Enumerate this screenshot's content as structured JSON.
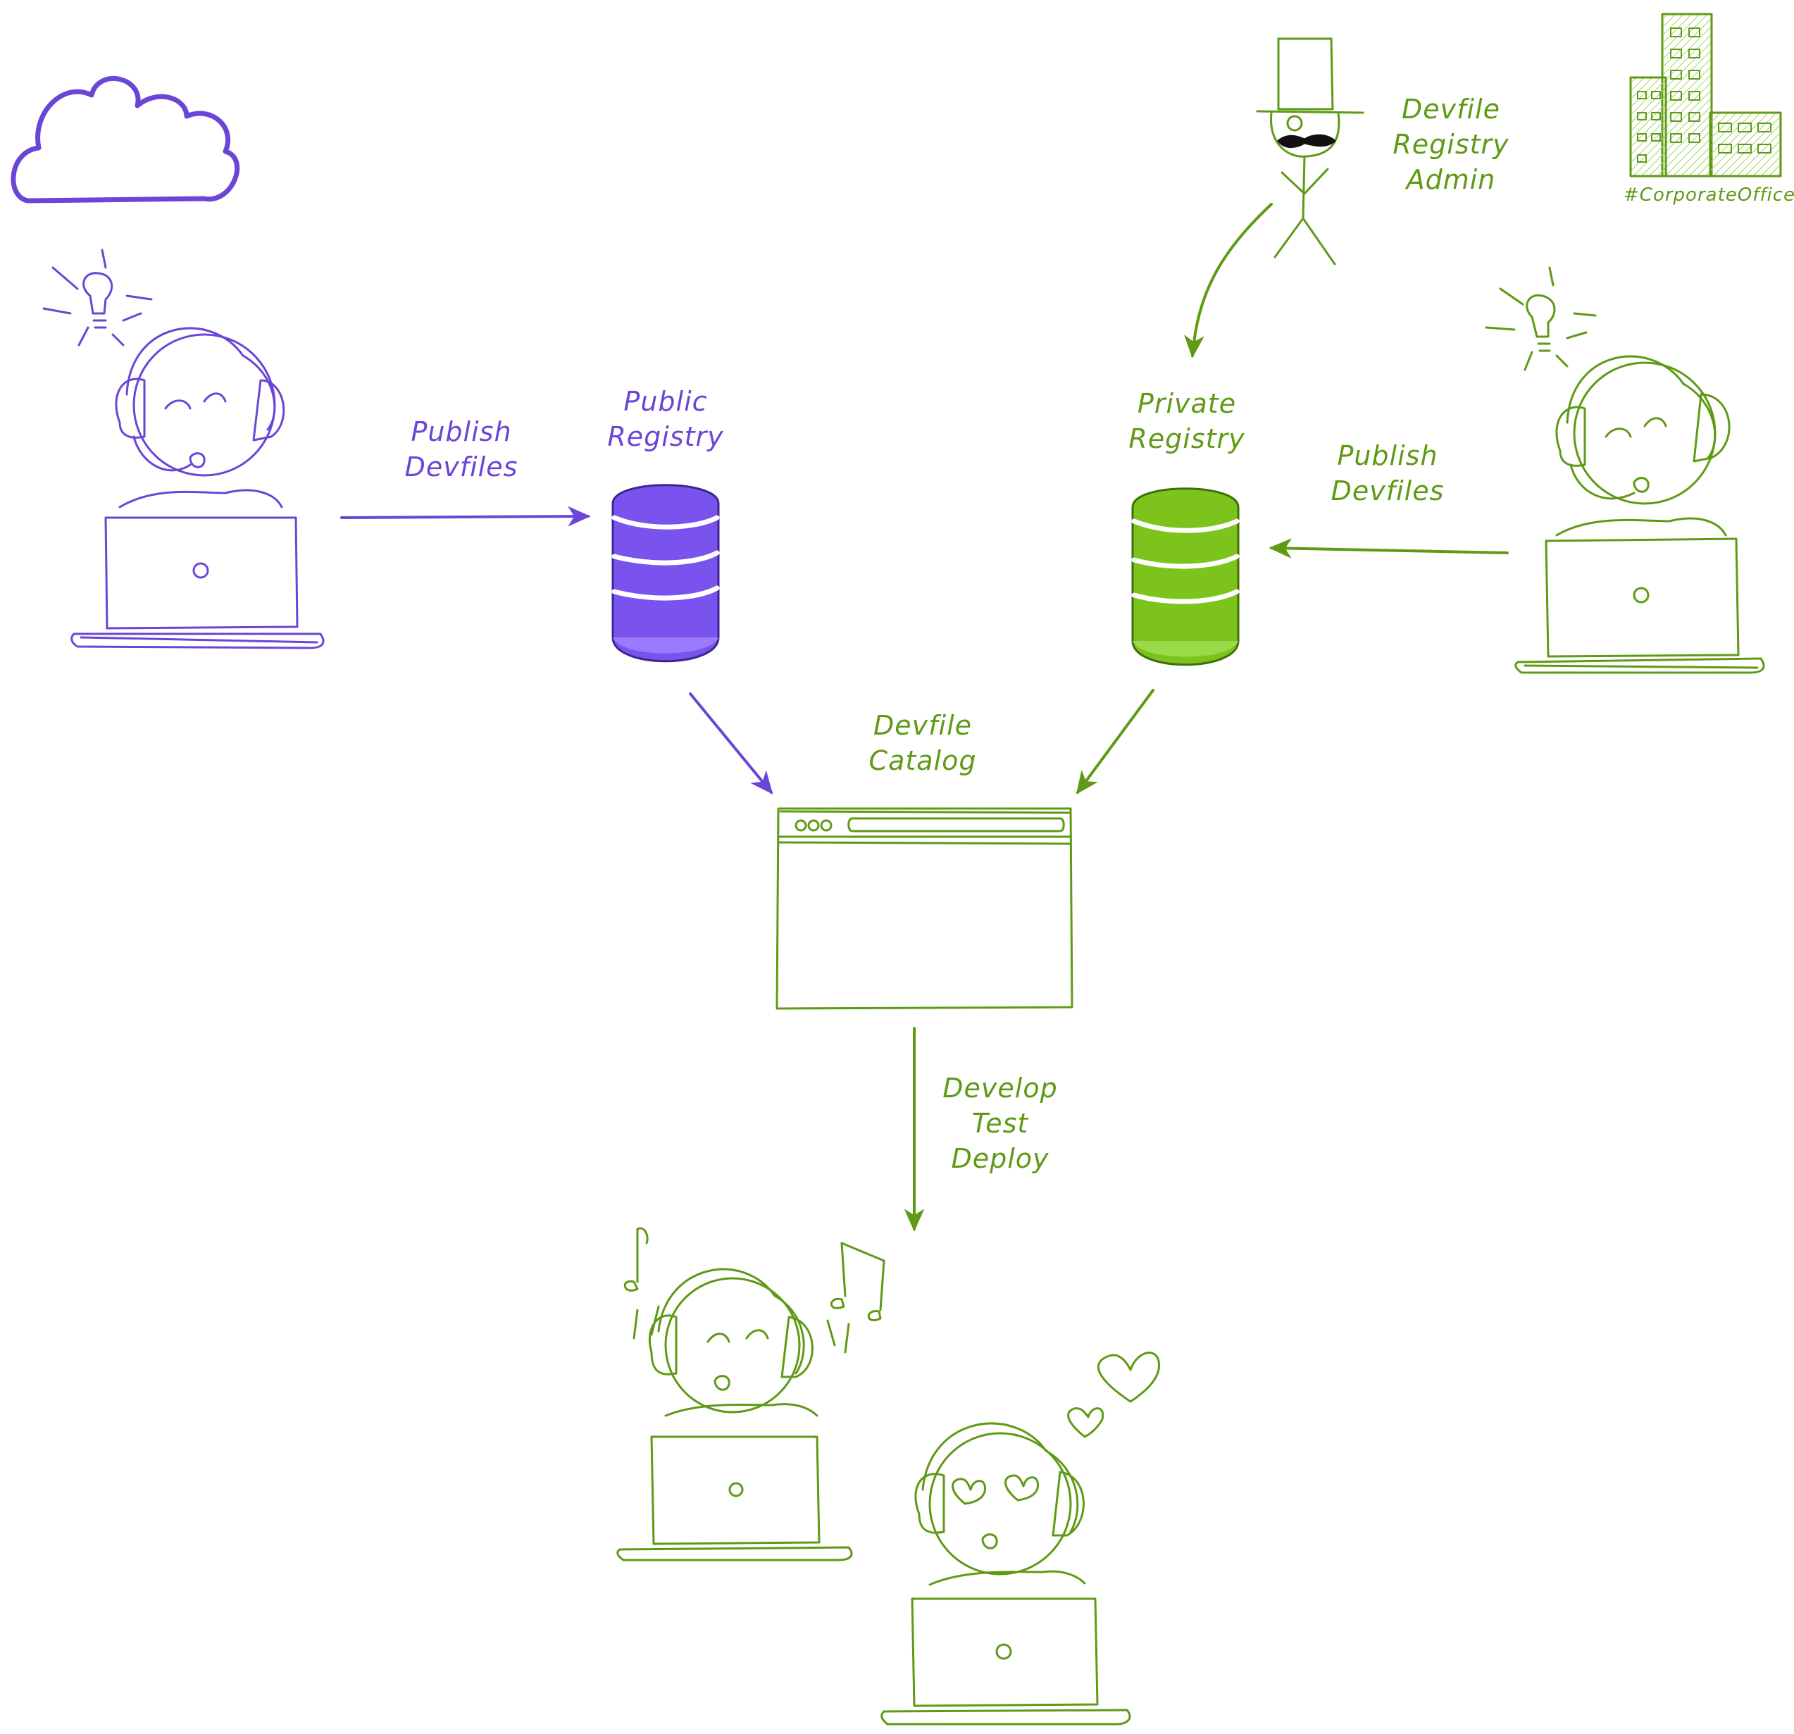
{
  "colors": {
    "public": "#6a45d6",
    "public_fill": "#7a52ee",
    "private": "#5e9a14",
    "private_fill": "#7cc41c",
    "background": "#ffffff"
  },
  "labels": {
    "publish_left": [
      "Publish",
      "Devfiles"
    ],
    "public_registry": [
      "Public",
      "Registry"
    ],
    "private_registry": [
      "Private",
      "Registry"
    ],
    "publish_right": [
      "Publish",
      "Devfiles"
    ],
    "registry_admin": [
      "Devfile",
      "Registry",
      "Admin"
    ],
    "corporate_office": "#CorporateOffice",
    "devfile_catalog": [
      "Devfile",
      "Catalog"
    ],
    "develop_steps": [
      "Develop",
      "Test",
      "Deploy"
    ]
  },
  "icons": {
    "cloud": "cloud-icon",
    "building": "building-icon",
    "admin": "stick-figure-top-hat-icon",
    "developer": "developer-at-laptop-icon",
    "registry": "database-cylinder-icon",
    "catalog": "browser-window-icon",
    "lightbulb": "lightbulb-icon",
    "music": "music-note-icon",
    "heart": "heart-icon"
  }
}
